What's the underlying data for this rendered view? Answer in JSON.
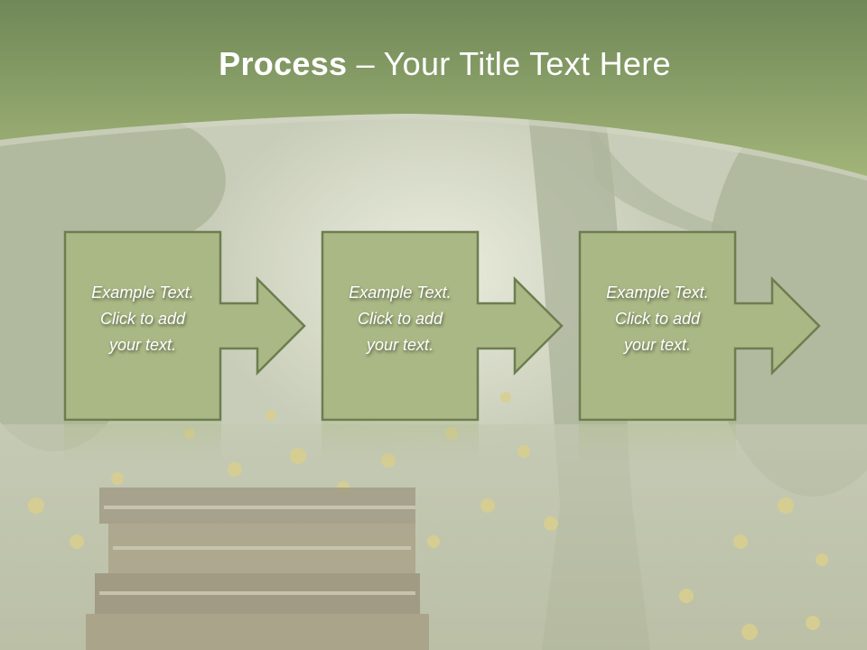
{
  "slide": {
    "title_bold": "Process",
    "title_rest": " – Your Title Text Here",
    "steps": [
      {
        "line1": "Example Text.",
        "line2": "Click  to add",
        "line3": "your text."
      },
      {
        "line1": "Example Text.",
        "line2": "Click  to add",
        "line3": "your text."
      },
      {
        "line1": "Example Text.",
        "line2": "Click  to add",
        "line3": "your text."
      }
    ]
  },
  "colors": {
    "band_top": "#6f8857",
    "band_bottom": "#a2b478",
    "box_fill": "#a9b884",
    "box_border": "#6e7d50",
    "title_text": "#ffffff"
  }
}
